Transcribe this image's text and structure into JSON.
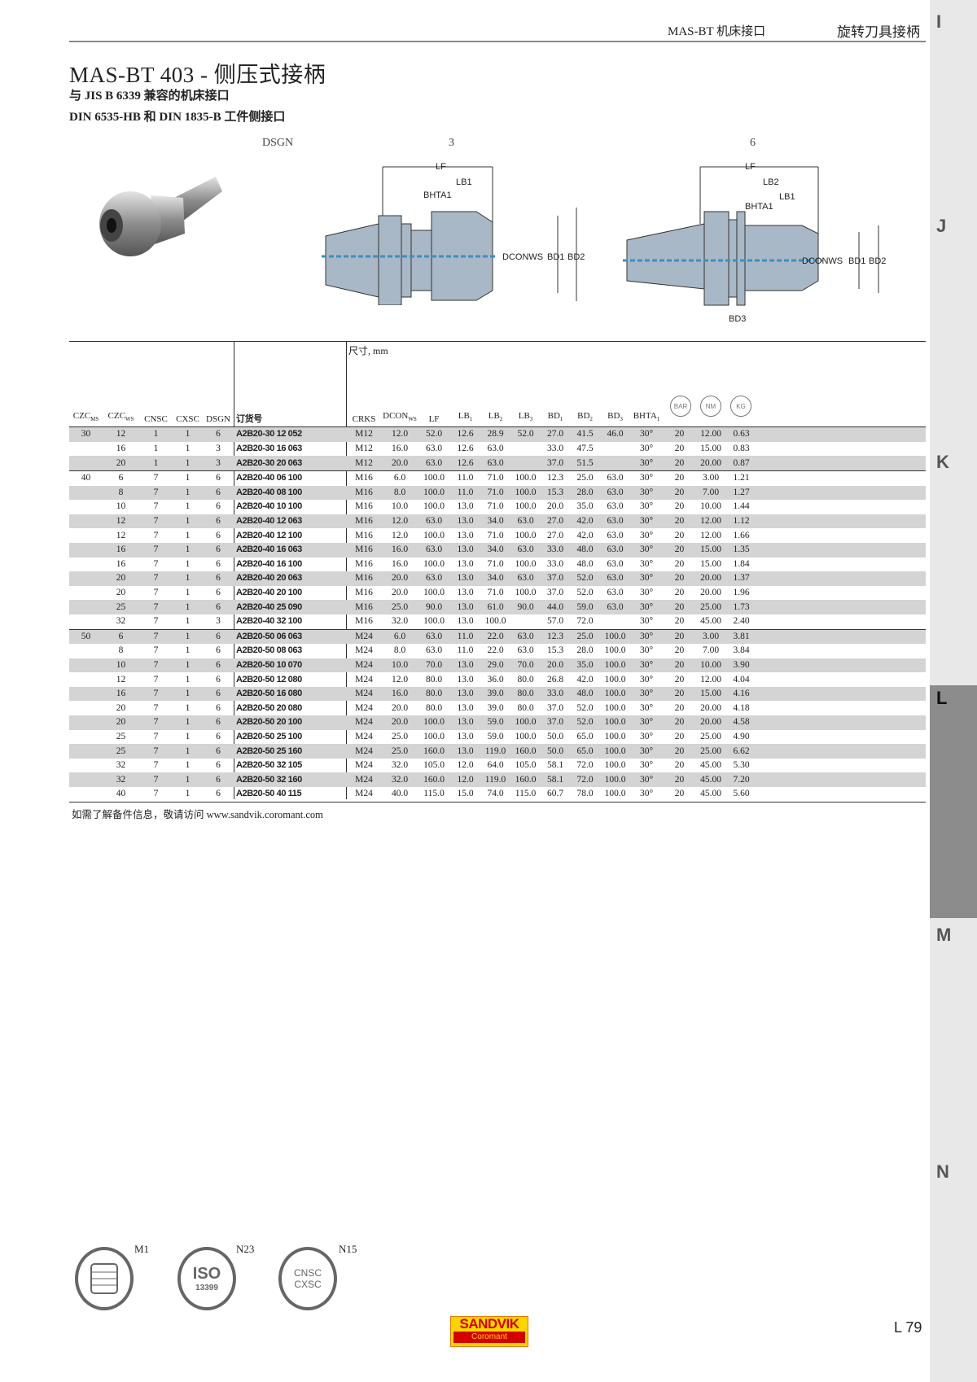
{
  "header": {
    "section": "MAS-BT 机床接口",
    "chapter": "旋转刀具接柄"
  },
  "side_tabs": [
    "I",
    "J",
    "K",
    "L",
    "M",
    "N"
  ],
  "active_tab": "L",
  "title": "MAS-BT 403 - 侧压式接柄",
  "subtitle1": "与 JIS B 6339 兼容的机床接口",
  "subtitle2": "DIN 6535-HB 和 DIN 1835-B 工件侧接口",
  "dsgn": {
    "label": "DSGN",
    "design_a": "3",
    "design_b": "6"
  },
  "drawing_labels": {
    "lf": "LF",
    "lb1": "LB1",
    "lb2": "LB2",
    "bhta1": "BHTA1",
    "dcon": "DCONWS",
    "bd1": "BD1",
    "bd2": "BD2",
    "bd3": "BD3"
  },
  "table": {
    "dimension_label": "尺寸, mm",
    "icon_headers": [
      "BAR",
      "NM",
      "KG"
    ],
    "columns": [
      {
        "main": "CZC",
        "sub": "MS"
      },
      {
        "main": "CZC",
        "sub": "WS"
      },
      {
        "main": "CNSC",
        "sub": ""
      },
      {
        "main": "CXSC",
        "sub": ""
      },
      {
        "main": "DSGN",
        "sub": ""
      },
      {
        "main": "订货号",
        "sub": ""
      },
      {
        "main": "CRKS",
        "sub": ""
      },
      {
        "main": "DCON",
        "sub": "WS"
      },
      {
        "main": "LF",
        "sub": ""
      },
      {
        "main": "LB",
        "sub": "1"
      },
      {
        "main": "LB",
        "sub": "2"
      },
      {
        "main": "LB",
        "sub": "3"
      },
      {
        "main": "BD",
        "sub": "1"
      },
      {
        "main": "BD",
        "sub": "2"
      },
      {
        "main": "BD",
        "sub": "3"
      },
      {
        "main": "BHTA",
        "sub": "1"
      },
      {
        "main": "",
        "sub": ""
      },
      {
        "main": "",
        "sub": ""
      },
      {
        "main": "",
        "sub": ""
      }
    ],
    "rows": [
      [
        "30",
        "12",
        "1",
        "1",
        "6",
        "A2B20-30 12 052",
        "M12",
        "12.0",
        "52.0",
        "12.6",
        "28.9",
        "52.0",
        "27.0",
        "41.5",
        "46.0",
        "30°",
        "20",
        "12.00",
        "0.63"
      ],
      [
        "",
        "16",
        "1",
        "1",
        "3",
        "A2B20-30 16 063",
        "M12",
        "16.0",
        "63.0",
        "12.6",
        "63.0",
        "",
        "33.0",
        "47.5",
        "",
        "30°",
        "20",
        "15.00",
        "0.83"
      ],
      [
        "",
        "20",
        "1",
        "1",
        "3",
        "A2B20-30 20 063",
        "M12",
        "20.0",
        "63.0",
        "12.6",
        "63.0",
        "",
        "37.0",
        "51.5",
        "",
        "30°",
        "20",
        "20.00",
        "0.87"
      ],
      [
        "40",
        "6",
        "7",
        "1",
        "6",
        "A2B20-40 06 100",
        "M16",
        "6.0",
        "100.0",
        "11.0",
        "71.0",
        "100.0",
        "12.3",
        "25.0",
        "63.0",
        "30°",
        "20",
        "3.00",
        "1.21"
      ],
      [
        "",
        "8",
        "7",
        "1",
        "6",
        "A2B20-40 08 100",
        "M16",
        "8.0",
        "100.0",
        "11.0",
        "71.0",
        "100.0",
        "15.3",
        "28.0",
        "63.0",
        "30°",
        "20",
        "7.00",
        "1.27"
      ],
      [
        "",
        "10",
        "7",
        "1",
        "6",
        "A2B20-40 10 100",
        "M16",
        "10.0",
        "100.0",
        "13.0",
        "71.0",
        "100.0",
        "20.0",
        "35.0",
        "63.0",
        "30°",
        "20",
        "10.00",
        "1.44"
      ],
      [
        "",
        "12",
        "7",
        "1",
        "6",
        "A2B20-40 12 063",
        "M16",
        "12.0",
        "63.0",
        "13.0",
        "34.0",
        "63.0",
        "27.0",
        "42.0",
        "63.0",
        "30°",
        "20",
        "12.00",
        "1.12"
      ],
      [
        "",
        "12",
        "7",
        "1",
        "6",
        "A2B20-40 12 100",
        "M16",
        "12.0",
        "100.0",
        "13.0",
        "71.0",
        "100.0",
        "27.0",
        "42.0",
        "63.0",
        "30°",
        "20",
        "12.00",
        "1.66"
      ],
      [
        "",
        "16",
        "7",
        "1",
        "6",
        "A2B20-40 16 063",
        "M16",
        "16.0",
        "63.0",
        "13.0",
        "34.0",
        "63.0",
        "33.0",
        "48.0",
        "63.0",
        "30°",
        "20",
        "15.00",
        "1.35"
      ],
      [
        "",
        "16",
        "7",
        "1",
        "6",
        "A2B20-40 16 100",
        "M16",
        "16.0",
        "100.0",
        "13.0",
        "71.0",
        "100.0",
        "33.0",
        "48.0",
        "63.0",
        "30°",
        "20",
        "15.00",
        "1.84"
      ],
      [
        "",
        "20",
        "7",
        "1",
        "6",
        "A2B20-40 20 063",
        "M16",
        "20.0",
        "63.0",
        "13.0",
        "34.0",
        "63.0",
        "37.0",
        "52.0",
        "63.0",
        "30°",
        "20",
        "20.00",
        "1.37"
      ],
      [
        "",
        "20",
        "7",
        "1",
        "6",
        "A2B20-40 20 100",
        "M16",
        "20.0",
        "100.0",
        "13.0",
        "71.0",
        "100.0",
        "37.0",
        "52.0",
        "63.0",
        "30°",
        "20",
        "20.00",
        "1.96"
      ],
      [
        "",
        "25",
        "7",
        "1",
        "6",
        "A2B20-40 25 090",
        "M16",
        "25.0",
        "90.0",
        "13.0",
        "61.0",
        "90.0",
        "44.0",
        "59.0",
        "63.0",
        "30°",
        "20",
        "25.00",
        "1.73"
      ],
      [
        "",
        "32",
        "7",
        "1",
        "3",
        "A2B20-40 32 100",
        "M16",
        "32.0",
        "100.0",
        "13.0",
        "100.0",
        "",
        "57.0",
        "72.0",
        "",
        "30°",
        "20",
        "45.00",
        "2.40"
      ],
      [
        "50",
        "6",
        "7",
        "1",
        "6",
        "A2B20-50 06 063",
        "M24",
        "6.0",
        "63.0",
        "11.0",
        "22.0",
        "63.0",
        "12.3",
        "25.0",
        "100.0",
        "30°",
        "20",
        "3.00",
        "3.81"
      ],
      [
        "",
        "8",
        "7",
        "1",
        "6",
        "A2B20-50 08 063",
        "M24",
        "8.0",
        "63.0",
        "11.0",
        "22.0",
        "63.0",
        "15.3",
        "28.0",
        "100.0",
        "30°",
        "20",
        "7.00",
        "3.84"
      ],
      [
        "",
        "10",
        "7",
        "1",
        "6",
        "A2B20-50 10 070",
        "M24",
        "10.0",
        "70.0",
        "13.0",
        "29.0",
        "70.0",
        "20.0",
        "35.0",
        "100.0",
        "30°",
        "20",
        "10.00",
        "3.90"
      ],
      [
        "",
        "12",
        "7",
        "1",
        "6",
        "A2B20-50 12 080",
        "M24",
        "12.0",
        "80.0",
        "13.0",
        "36.0",
        "80.0",
        "26.8",
        "42.0",
        "100.0",
        "30°",
        "20",
        "12.00",
        "4.04"
      ],
      [
        "",
        "16",
        "7",
        "1",
        "6",
        "A2B20-50 16 080",
        "M24",
        "16.0",
        "80.0",
        "13.0",
        "39.0",
        "80.0",
        "33.0",
        "48.0",
        "100.0",
        "30°",
        "20",
        "15.00",
        "4.16"
      ],
      [
        "",
        "20",
        "7",
        "1",
        "6",
        "A2B20-50 20 080",
        "M24",
        "20.0",
        "80.0",
        "13.0",
        "39.0",
        "80.0",
        "37.0",
        "52.0",
        "100.0",
        "30°",
        "20",
        "20.00",
        "4.18"
      ],
      [
        "",
        "20",
        "7",
        "1",
        "6",
        "A2B20-50 20 100",
        "M24",
        "20.0",
        "100.0",
        "13.0",
        "59.0",
        "100.0",
        "37.0",
        "52.0",
        "100.0",
        "30°",
        "20",
        "20.00",
        "4.58"
      ],
      [
        "",
        "25",
        "7",
        "1",
        "6",
        "A2B20-50 25 100",
        "M24",
        "25.0",
        "100.0",
        "13.0",
        "59.0",
        "100.0",
        "50.0",
        "65.0",
        "100.0",
        "30°",
        "20",
        "25.00",
        "4.90"
      ],
      [
        "",
        "25",
        "7",
        "1",
        "6",
        "A2B20-50 25 160",
        "M24",
        "25.0",
        "160.0",
        "13.0",
        "119.0",
        "160.0",
        "50.0",
        "65.0",
        "100.0",
        "30°",
        "20",
        "25.00",
        "6.62"
      ],
      [
        "",
        "32",
        "7",
        "1",
        "6",
        "A2B20-50 32 105",
        "M24",
        "32.0",
        "105.0",
        "12.0",
        "64.0",
        "105.0",
        "58.1",
        "72.0",
        "100.0",
        "30°",
        "20",
        "45.00",
        "5.30"
      ],
      [
        "",
        "32",
        "7",
        "1",
        "6",
        "A2B20-50 32 160",
        "M24",
        "32.0",
        "160.0",
        "12.0",
        "119.0",
        "160.0",
        "58.1",
        "72.0",
        "100.0",
        "30°",
        "20",
        "45.00",
        "7.20"
      ],
      [
        "",
        "40",
        "7",
        "1",
        "6",
        "A2B20-50 40 115",
        "M24",
        "40.0",
        "115.0",
        "15.0",
        "74.0",
        "115.0",
        "60.7",
        "78.0",
        "100.0",
        "30°",
        "20",
        "45.00",
        "5.60"
      ]
    ]
  },
  "footnote": "如需了解备件信息，敬请访问 www.sandvik.coromant.com",
  "bottom_icons": [
    {
      "ref": "M1",
      "icon": "collet-icon"
    },
    {
      "ref": "N23",
      "icon": "iso-13399-icon",
      "text1": "ISO",
      "text2": "13399"
    },
    {
      "ref": "N15",
      "icon": "cnsc-cxsc-icon",
      "text1": "CNSC",
      "text2": "CXSC"
    }
  ],
  "logo": {
    "line1": "SANDVIK",
    "line2": "Coromant"
  },
  "page_number": "L 79",
  "colors": {
    "sidebar": "#e8e8e8",
    "active_tab": "#8c8c8c",
    "row_shade": "#d4d4d4",
    "logo_yellow": "#ffd400",
    "logo_red": "#d40000",
    "drawing_fill": "#a9b8c6",
    "axis_blue": "#3a8fc4"
  }
}
